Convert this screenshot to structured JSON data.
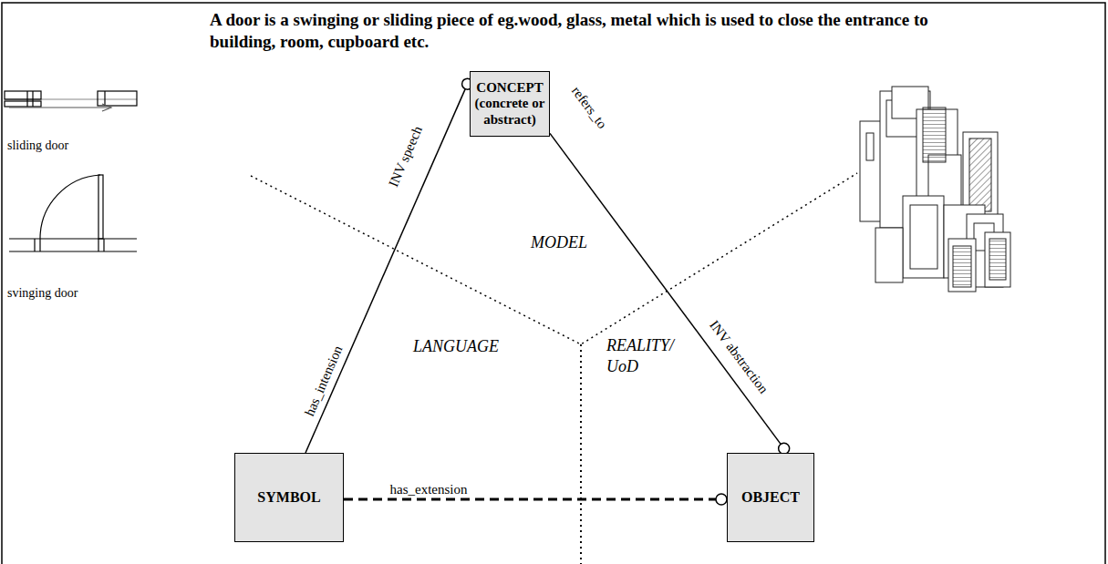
{
  "diagram": {
    "title": "A door is a swinging or sliding piece of eg.wood, glass, metal which is used to close the entrance to building, room, cupboard etc.",
    "nodes": [
      {
        "text": [
          "CONCEPT",
          "(concrete or abstract)"
        ]
      },
      {
        "text": [
          "SYMBOL"
        ]
      },
      {
        "text": [
          "OBJECT"
        ]
      }
    ],
    "edges": [
      {
        "from": 1,
        "to": 0,
        "arrow": "to",
        "label": "has_intension"
      },
      {
        "from": 0,
        "to": 2,
        "arrow": "to",
        "label": "refers_to"
      },
      {
        "from": 1,
        "to": 2,
        "arrow": "to",
        "label": "has_extension"
      }
    ],
    "labels": [
      "MODEL",
      "LANGUAGE",
      "REALITY/ UoD",
      "INV speech",
      "INV abstraction",
      "sliding door",
      "svinging door"
    ]
  }
}
